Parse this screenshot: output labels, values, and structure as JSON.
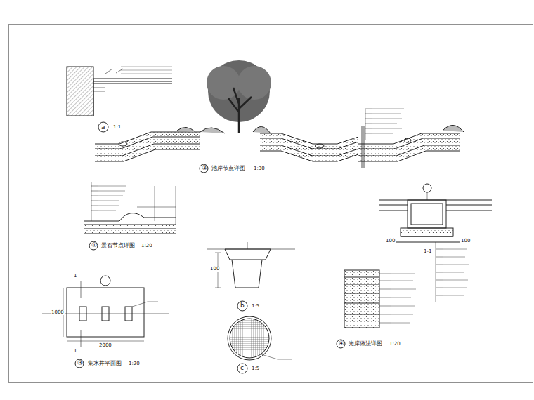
{
  "diagram": {
    "labels": [
      "a",
      "1:1",
      "②",
      "池岸节点详图",
      "1:30",
      "①",
      "景石节点详图",
      "1:20",
      "b",
      "1:5",
      "c",
      "1:5",
      "③",
      "集水井平面图",
      "1:20",
      "④",
      "光岸做法详图",
      "1:20",
      "100",
      "2000",
      "1000",
      "1",
      "1",
      "1-1",
      "100",
      "100"
    ]
  }
}
